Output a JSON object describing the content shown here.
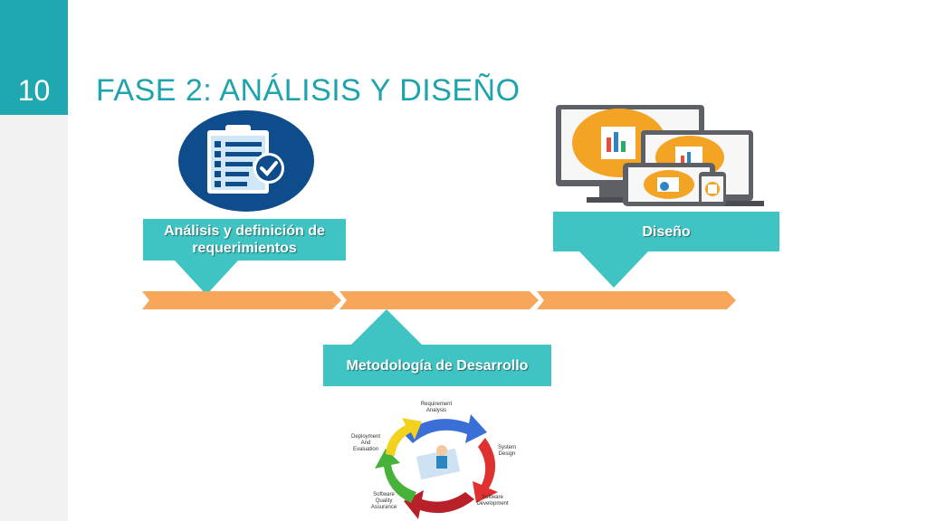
{
  "slide": {
    "number": "10",
    "title": "FASE 2: ANÁLISIS Y DISEÑO"
  },
  "callouts": {
    "analysis_line1": "Análisis y definición de",
    "analysis_line2": "requerimientos",
    "design": "Diseño",
    "methodology": "Metodología de Desarrollo"
  },
  "cycle_labels": {
    "requirement": [
      "Requirement",
      "Analysis"
    ],
    "system": [
      "System",
      "Design"
    ],
    "development": [
      "Software",
      "Development"
    ],
    "quality": [
      "Software",
      "Quality",
      "Assurance"
    ],
    "deployment": [
      "Deployment",
      "And",
      "Evaluation"
    ]
  },
  "colors": {
    "accent": "#1fa8b0",
    "callout": "#3fc3c3",
    "timeline": "#f7a65a",
    "icon_circle": "#0e4c8c",
    "screen_circle": "#f3a424"
  },
  "icons": {
    "analysis": "checklist-clipboard-icon",
    "design": "responsive-devices-icon",
    "methodology": "development-cycle-icon"
  }
}
